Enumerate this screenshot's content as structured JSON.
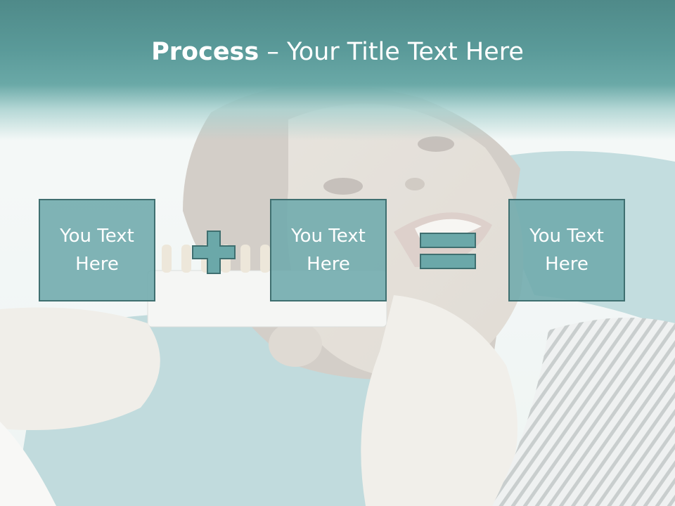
{
  "slide": {
    "title_bold": "Process",
    "title_rest": " – Your Title Text Here"
  },
  "process": {
    "box1": "You Text\nHere",
    "box2": "You Text\nHere",
    "box3": "You Text\nHere",
    "operator1": "plus-icon",
    "operator2": "equals-icon"
  },
  "colors": {
    "header": "#5a9a99",
    "box_fill": "#6eaaac",
    "box_border": "#3f6f70",
    "operator_fill": "#6ba8a9",
    "title_text": "#ffffff"
  },
  "background_image": "dental patient with shade guide"
}
